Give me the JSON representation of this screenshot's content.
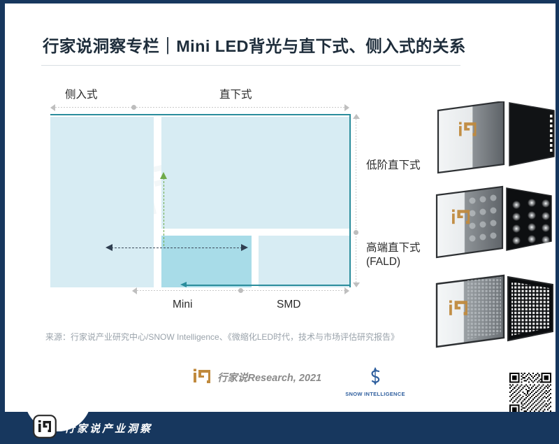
{
  "slide": {
    "title": "行家说洞察专栏｜Mini LED背光与直下式、侧入式的关系",
    "source": "来源：行家说产业研究中心/SNOW Intelligence、《微缩化LED时代，技术与市场评估研究报告》",
    "border_color": "#17375e"
  },
  "credits": {
    "hjs_text": "行家说Research, 2021",
    "snow_text": "SNOW INTELLIGENCE"
  },
  "footer": {
    "title": "行家说产业洞察",
    "bg_color": "#17375e"
  },
  "panels": [
    {
      "name": "edge-lit-panel",
      "caption": "侧入式"
    },
    {
      "name": "low-count-direct-lit-panel",
      "caption": "低阶直下式"
    },
    {
      "name": "mini-led-fald-panel",
      "caption": "高端直下式 (FALD)"
    }
  ],
  "chart_data": {
    "type": "heatmap",
    "title": "Mini LED背光与直下式、侧入式的关系",
    "xlabel": "",
    "ylabel": "",
    "grid": false,
    "legend_position": "none",
    "x_axis_top": {
      "labels": [
        "侧入式",
        "直下式"
      ],
      "divider_fraction": 0.27
    },
    "x_axis_bottom": {
      "labels": [
        "Mini",
        "SMD"
      ],
      "divider_fraction": 0.5
    },
    "y_axis_right": {
      "labels": [
        "低阶直下式",
        "高端直下式\n(FALD)"
      ],
      "divider_fraction": 0.68
    },
    "cells": [
      {
        "id": "edge-lit-full",
        "label": "侧入式",
        "x": 0,
        "y": 0,
        "w": 0.345,
        "h": 1.0,
        "fill": "#d7ecf3"
      },
      {
        "id": "direct-lit-low",
        "label": "低阶直下式",
        "x": 0.37,
        "y": 0,
        "w": 0.63,
        "h": 0.66,
        "fill": "#d7ecf3"
      },
      {
        "id": "fald-mini",
        "label": "高端直下式 Mini",
        "x": 0.37,
        "y": 0.7,
        "w": 0.3,
        "h": 0.3,
        "fill": "#a8dce8"
      },
      {
        "id": "fald-smd",
        "label": "高端直下式 SMD",
        "x": 0.69,
        "y": 0.7,
        "w": 0.31,
        "h": 0.3,
        "fill": "#d7ecf3"
      }
    ],
    "annotations": [
      {
        "id": "horizontal-trend-arrow",
        "type": "double-arrow",
        "orientation": "horizontal",
        "color": "#2f3e50"
      },
      {
        "id": "vertical-trend-arrow",
        "type": "arrow-up",
        "orientation": "vertical",
        "color": "#6faa4a"
      },
      {
        "id": "fald-direction-arrow",
        "type": "arrow-left",
        "orientation": "horizontal",
        "color": "#2a8d9c"
      }
    ],
    "colors": {
      "fill_light": "#d7ecf3",
      "fill_dark": "#a8dce8",
      "accent_teal": "#2a8d9c",
      "accent_green": "#6faa4a",
      "axis_gray": "#bfbfbf"
    },
    "watermark": "行家说"
  }
}
